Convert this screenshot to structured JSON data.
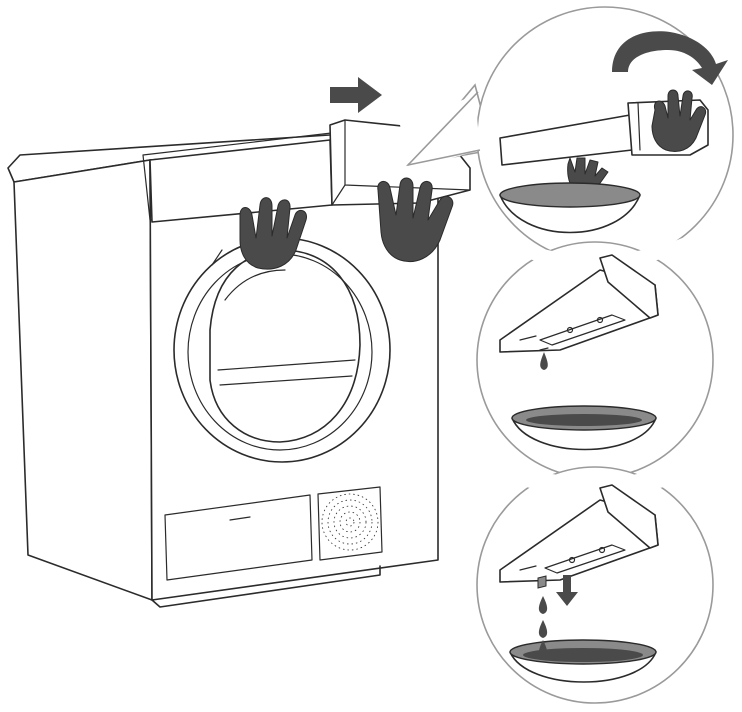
{
  "figure": {
    "kind": "instruction-illustration",
    "steps": [
      "pull-out-water-container",
      "tilt-and-pour-into-bowl",
      "water-drips-from-spout",
      "open-spout-and-drain"
    ],
    "colors": {
      "line": "#2b2b2b",
      "hand": "#4a4a4a",
      "arrow": "#4a4a4a",
      "bowl_inner": "#8a8a8a",
      "water": "#4a4a4a",
      "bubble_outline": "#9a9a9a",
      "background": "#ffffff"
    },
    "icons": [
      "right-arrow-icon",
      "rotate-arrow-icon",
      "down-arrow-icon",
      "hand-icon",
      "water-drop-icon",
      "bowl-icon"
    ]
  }
}
